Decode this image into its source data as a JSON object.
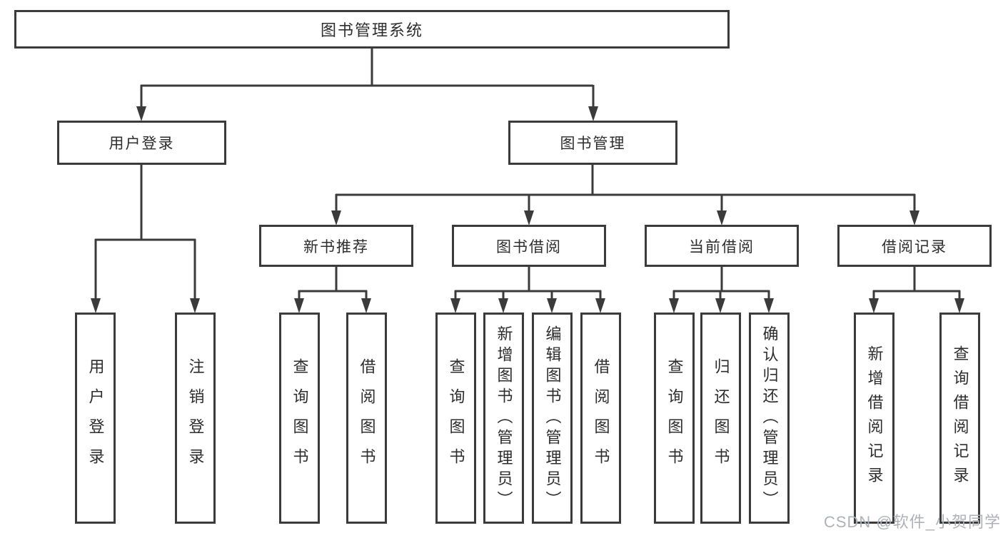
{
  "tree": {
    "label": "图书管理系统",
    "children": [
      {
        "label": "用户登录",
        "children": [
          {
            "label": "用户登录"
          },
          {
            "label": "注销登录"
          }
        ]
      },
      {
        "label": "图书管理",
        "children": [
          {
            "label": "新书推荐",
            "children": [
              {
                "label": "查询图书"
              },
              {
                "label": "借阅图书"
              }
            ]
          },
          {
            "label": "图书借阅",
            "children": [
              {
                "label": "查询图书"
              },
              {
                "label": "新增图书（管理员）"
              },
              {
                "label": "编辑图书（管理员）"
              },
              {
                "label": "借阅图书"
              }
            ]
          },
          {
            "label": "当前借阅",
            "children": [
              {
                "label": "查询图书"
              },
              {
                "label": "归还图书"
              },
              {
                "label": "确认归还（管理员）"
              }
            ]
          },
          {
            "label": "借阅记录",
            "children": [
              {
                "label": "新增借阅记录"
              },
              {
                "label": "查询借阅记录"
              }
            ]
          }
        ]
      }
    ]
  },
  "watermark": {
    "text": "CSDN @软件_小贺同学"
  },
  "colors": {
    "line": "#3b3b3b",
    "box_border": "#3b3b3b",
    "text": "#2d2d2d",
    "watermark": "#aeb2b8",
    "background": "#ffffff"
  }
}
